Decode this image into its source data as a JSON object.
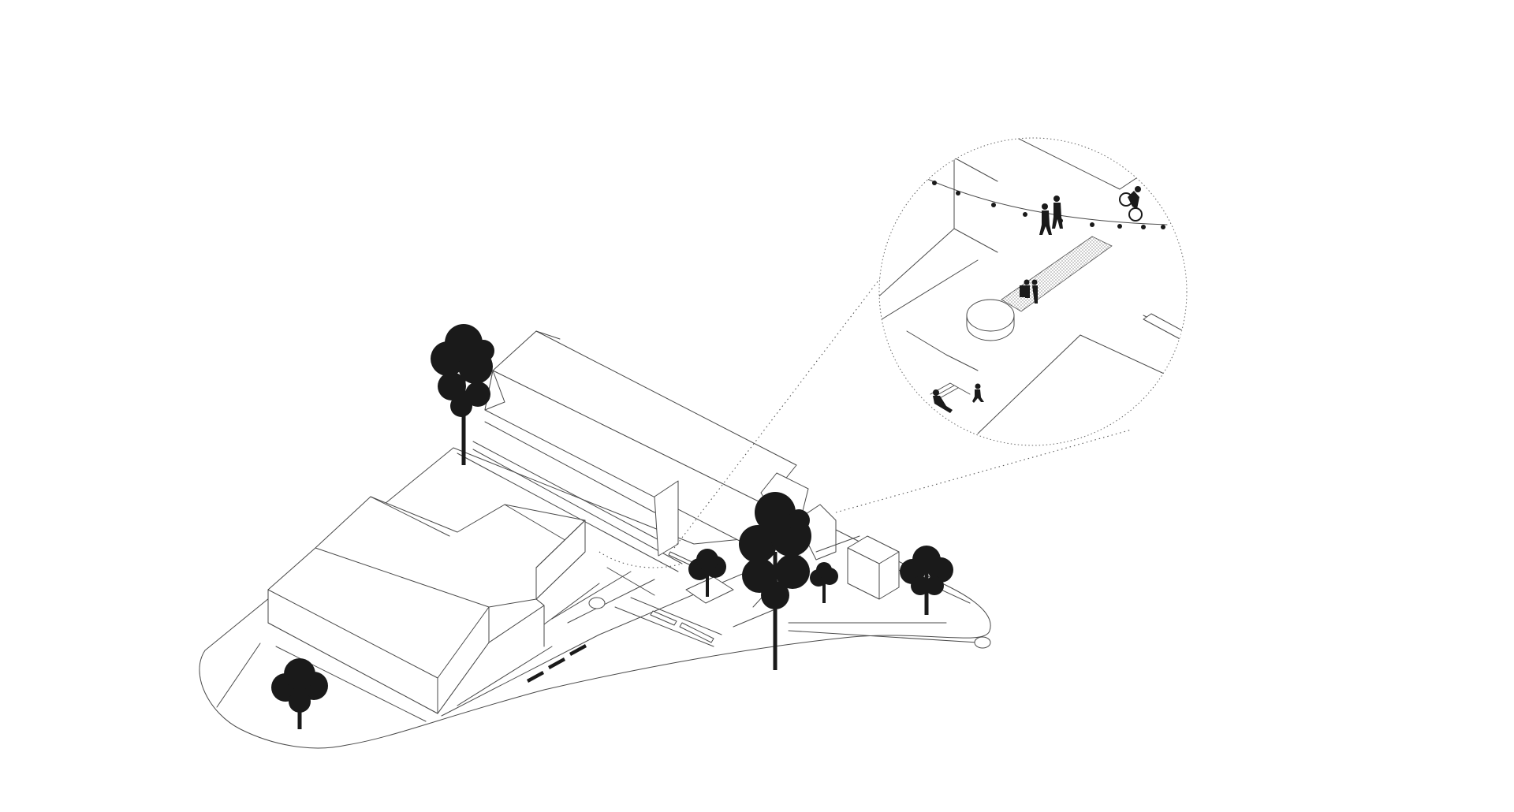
{
  "diagram": {
    "elements": {
      "site_boundary": "site-boundary",
      "buildings": [
        "large-block-building",
        "gabled-hall-building",
        "small-east-building"
      ],
      "trees": 6,
      "zoom_callout": "magnified-plaza-detail",
      "people": [
        "couple-walking",
        "cyclist",
        "child-running",
        "person-on-bench",
        "people-at-stand"
      ]
    },
    "colors": {
      "line": "#4a4a4a",
      "fill": "#1a1a1a",
      "background": "#ffffff"
    }
  }
}
